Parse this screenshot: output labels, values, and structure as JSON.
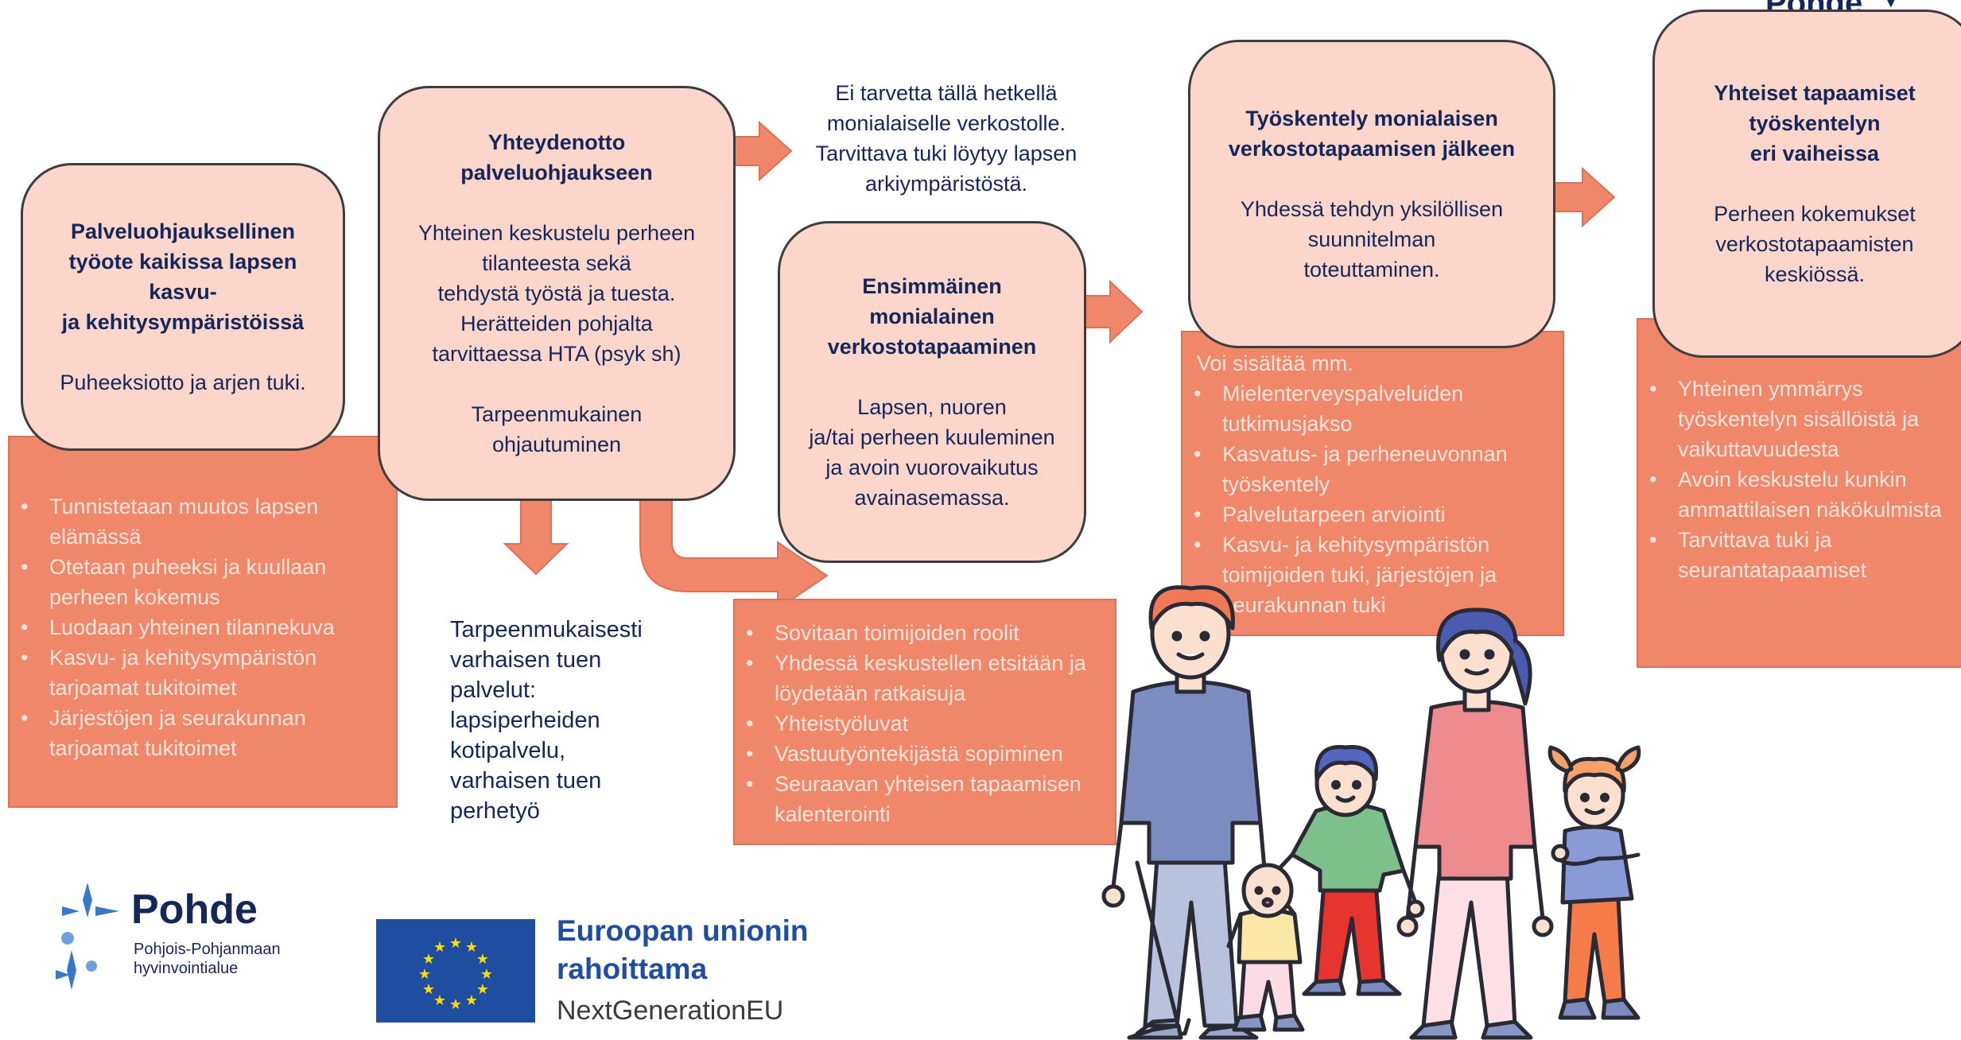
{
  "corner_label": "Pohde",
  "box1": {
    "title": "Palveluohjauksellinen\ntyöote kaikissa lapsen\nkasvu-\nja kehitysympäristöissä",
    "body": "Puheeksiotto ja arjen tuki.",
    "bullets": [
      "Tunnistetaan muutos lapsen elämässä",
      "Otetaan puheeksi ja kuullaan perheen kokemus",
      "Luodaan yhteinen  tilannekuva",
      "Kasvu- ja kehitysympäristön tarjoamat tukitoimet",
      "Järjestöjen ja seurakunnan tarjoamat tukitoimet"
    ]
  },
  "box2": {
    "title": "Yhteydenotto\npalveluohjaukseen",
    "body": "Yhteinen keskustelu perheen\ntilanteesta sekä\ntehdystä työstä ja tuesta.\nHerätteiden pohjalta\ntarvittaessa HTA (psyk sh)",
    "body2": "Tarpeenmukainen\nohjautuminen"
  },
  "no_need_text": "Ei tarvetta tällä hetkellä\nmonialaiselle verkostolle.\nTarvittava tuki löytyy lapsen\narkiympäristöstä.",
  "early_support_text": "Tarpeenmukaisesti\nvarhaisen tuen\npalvelut:\nlapsiperheiden\nkotipalvelu,\nvarhaisen tuen\nperhetyö",
  "box3": {
    "title": "Ensimmäinen\nmonialainen\nverkostotapaaminen",
    "body": "Lapsen, nuoren\nja/tai perheen kuuleminen\nja avoin vuorovaikutus\navainasemassa.",
    "bullets": [
      "Sovitaan toimijoiden roolit",
      "Yhdessä keskustellen etsitään ja löydetään ratkaisuja",
      "Yhteistyöluvat",
      "Vastuutyöntekijästä sopiminen",
      "Seuraavan yhteisen tapaamisen kalenterointi"
    ]
  },
  "box4": {
    "title": "Työskentely monialaisen\nverkostotapaamisen jälkeen",
    "body": "Yhdessä tehdyn yksilöllisen\nsuunnitelman\ntoteuttaminen.",
    "intro": "Voi sisältää mm.",
    "bullets": [
      "Mielenterveyspalveluiden tutkimusjakso",
      "Kasvatus- ja perheneuvonnan työskentely",
      "Palvelutarpeen arviointi",
      "Kasvu- ja kehitysympäristön toimijoiden tuki, järjestöjen ja seurakunnan tuki"
    ]
  },
  "box5": {
    "title": "Yhteiset tapaamiset\ntyöskentelyn\neri vaiheissa",
    "body": "Perheen kokemukset\nverkostotapaamisten\nkeskiössä.",
    "bullets": [
      "Yhteinen ymmärrys työskentelyn sisällöistä ja vaikuttavuudesta",
      "Avoin keskustelu kunkin ammattilaisen näkökulmista",
      "Tarvittava tuki ja seurantatapaamiset"
    ]
  },
  "logos": {
    "pohde_name": "Pohde",
    "pohde_sub": "Pohjois-Pohjanmaan\nhyvinvointialue",
    "eu_line1": "Euroopan unionin",
    "eu_line2": "rahoittama",
    "eu_line3": "NextGenerationEU"
  },
  "colors": {
    "navy": "#15275a",
    "pink_box": "#fcd6cb",
    "orange_box": "#f0866a",
    "eu_blue": "#1f4ea0",
    "eu_star": "#ffdd00"
  }
}
